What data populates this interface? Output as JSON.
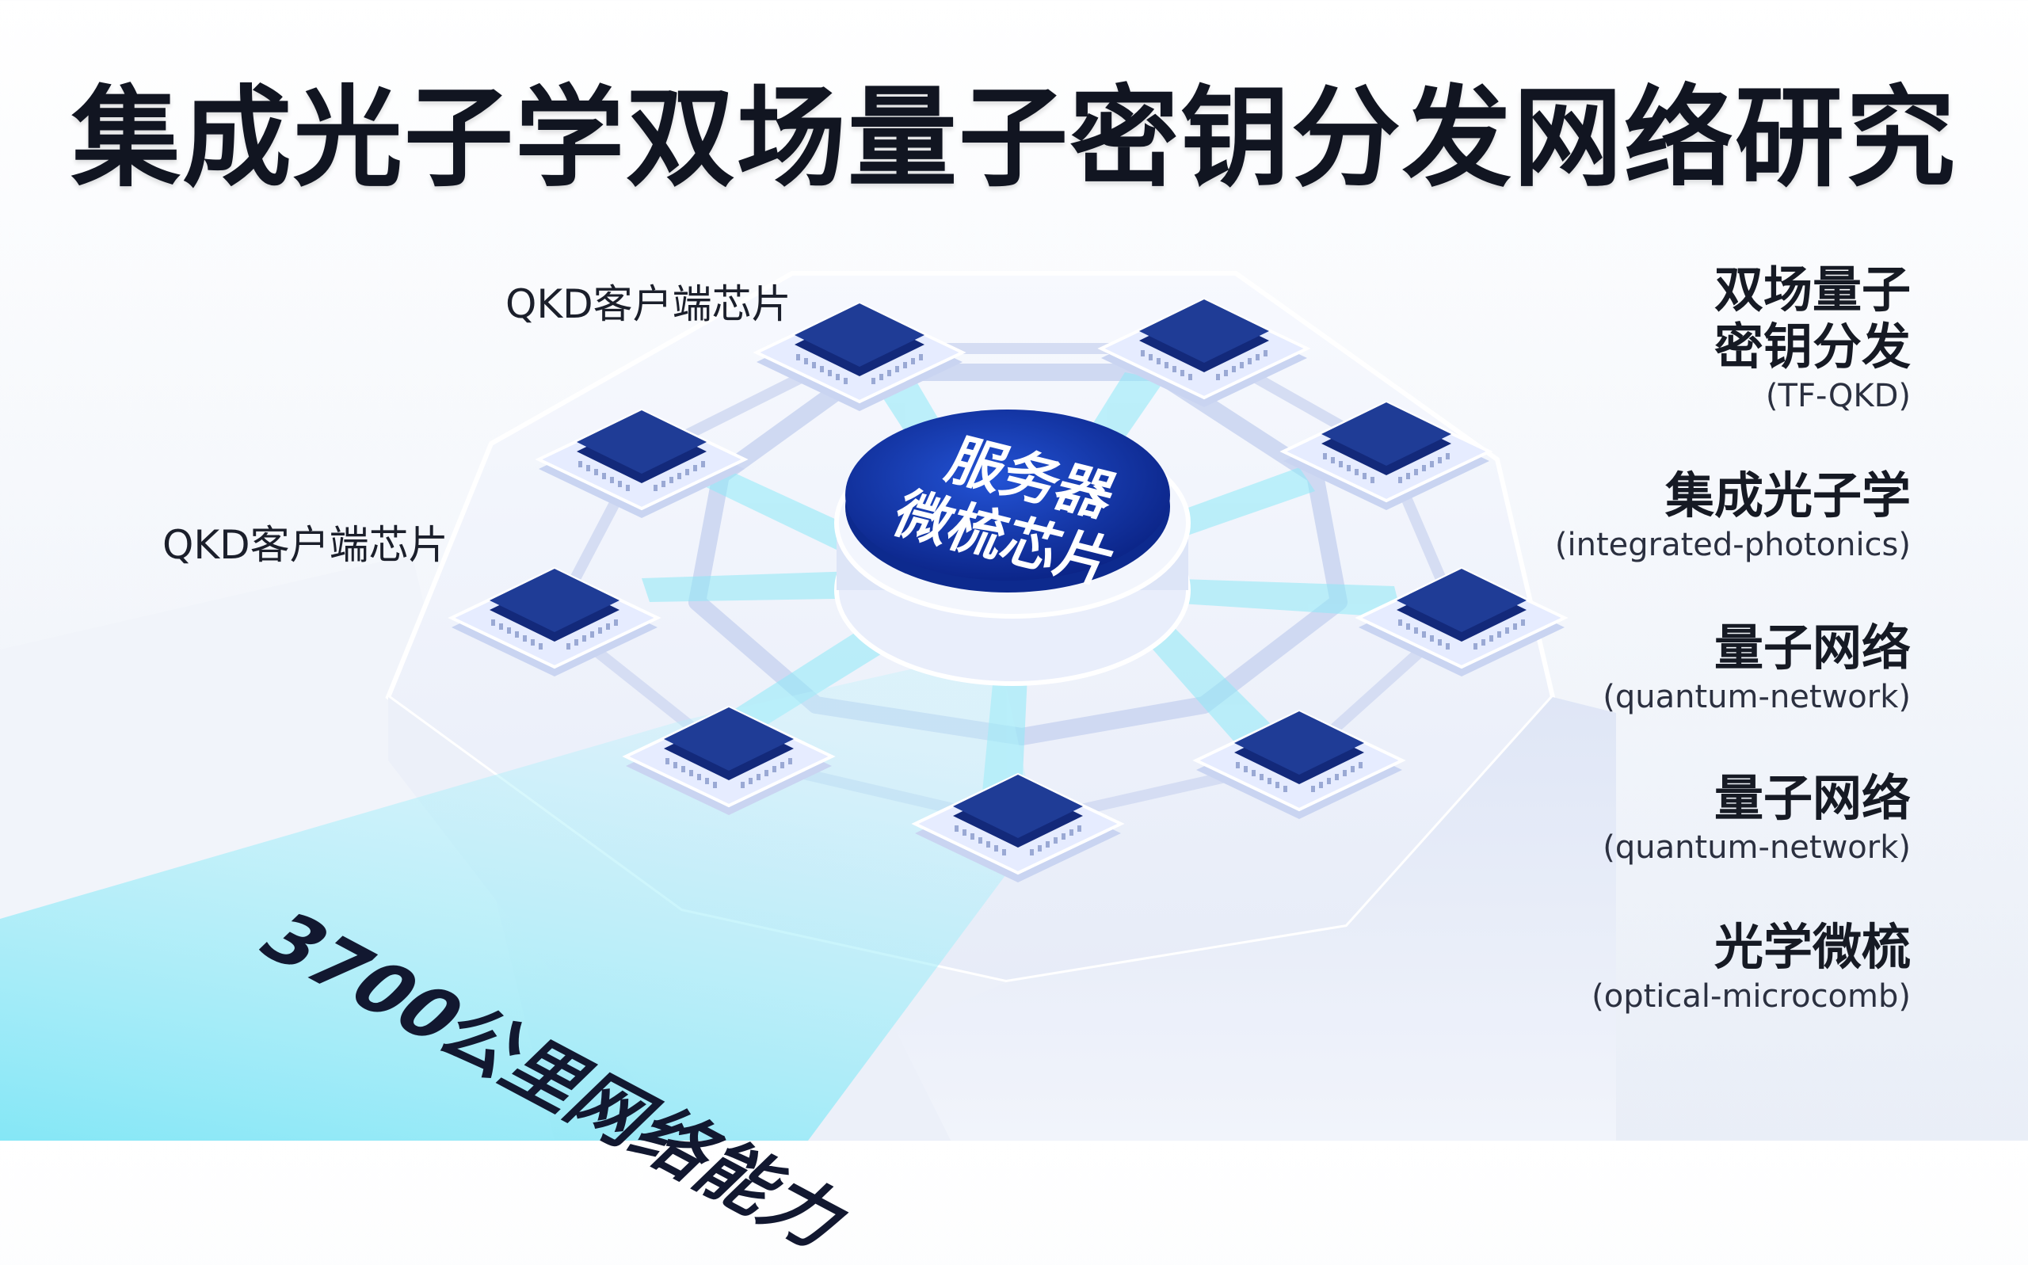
{
  "title": "集成光子学双场量子密钥分发网络研究",
  "client_chip_label": "QKD客户端芯片",
  "hub": {
    "line1": "服务器",
    "line2": "微梳芯片"
  },
  "network_capacity": "3700公里网络能力",
  "side_labels": [
    {
      "zh": "双场量子\n密钥分发",
      "en": "(TF-QKD)"
    },
    {
      "zh": "集成光子学",
      "en": "(integrated-photonics)"
    },
    {
      "zh": "量子网络",
      "en": "(quantum-network)"
    },
    {
      "zh": "量子网络",
      "en": "(quantum-network)"
    },
    {
      "zh": "光学微梳",
      "en": "(optical-microcomb)"
    }
  ],
  "colors": {
    "chip_dark": "#1f3c96",
    "chip_tile": "#e6ecff",
    "hub_blue": "#0d2c9a",
    "beam_cyan": "#7fe6f6",
    "platform": "#eef2fb"
  }
}
